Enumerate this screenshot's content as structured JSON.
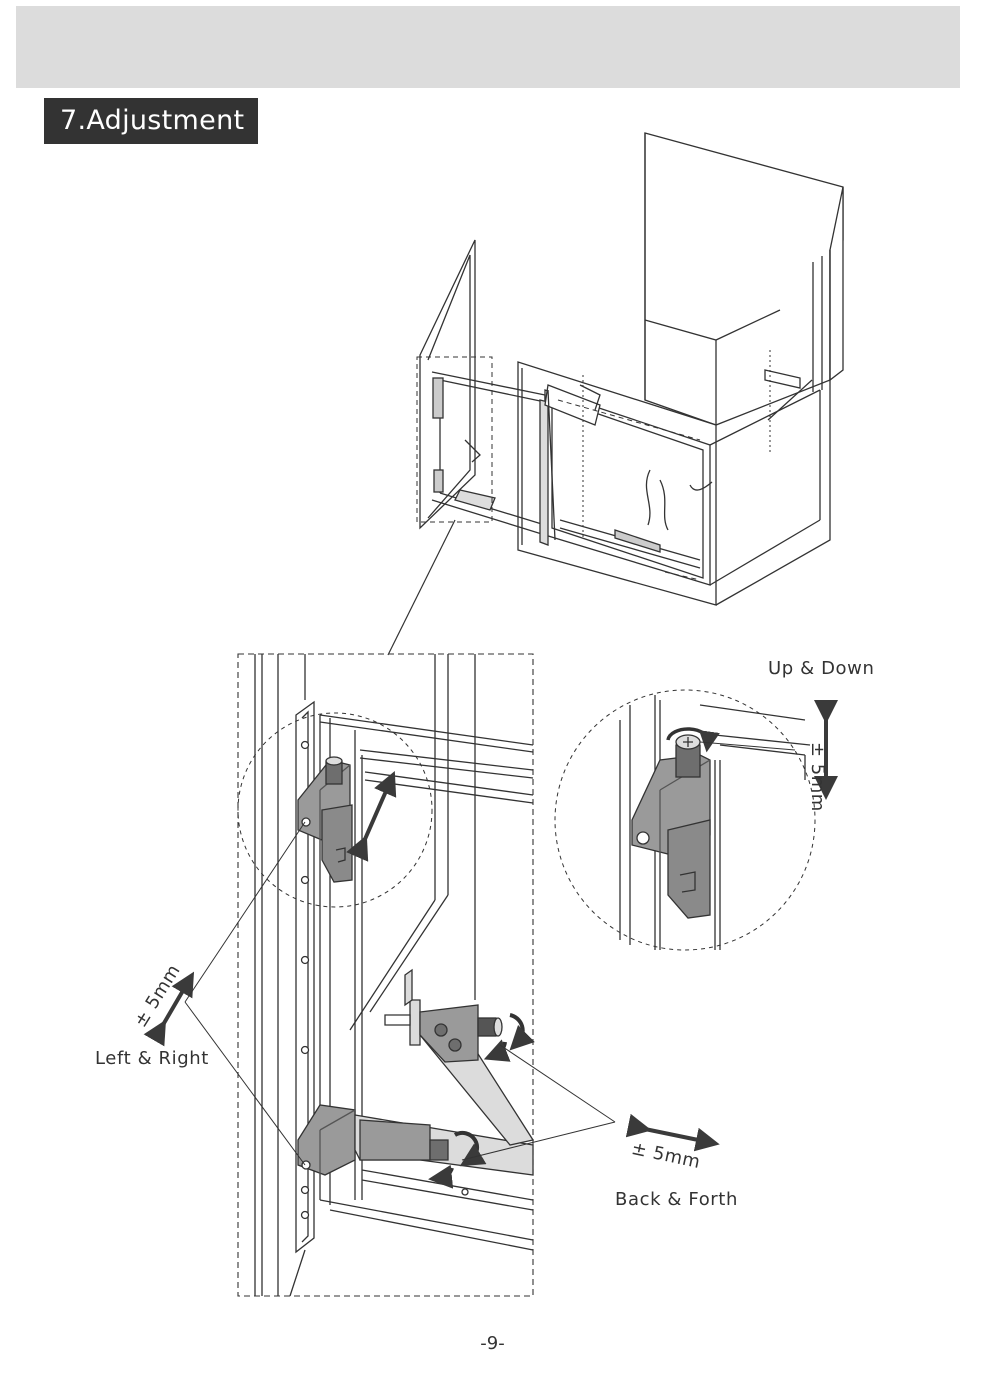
{
  "header": {
    "band_color": "#dcdcdc"
  },
  "section": {
    "title": "7.Adjustment"
  },
  "callouts": {
    "up_down": {
      "label": "Up & Down",
      "value": "± 5mm"
    },
    "left_right": {
      "label": "Left & Right",
      "value": "± 5mm"
    },
    "back_forth": {
      "label": "Back & Forth",
      "value": "± 5mm"
    }
  },
  "footer": {
    "page_number": "-9-"
  },
  "colors": {
    "line": "#333333",
    "part_fill": "#9a9a9a",
    "part_dark": "#6e6e6e",
    "arrow": "#3a3a3a"
  }
}
